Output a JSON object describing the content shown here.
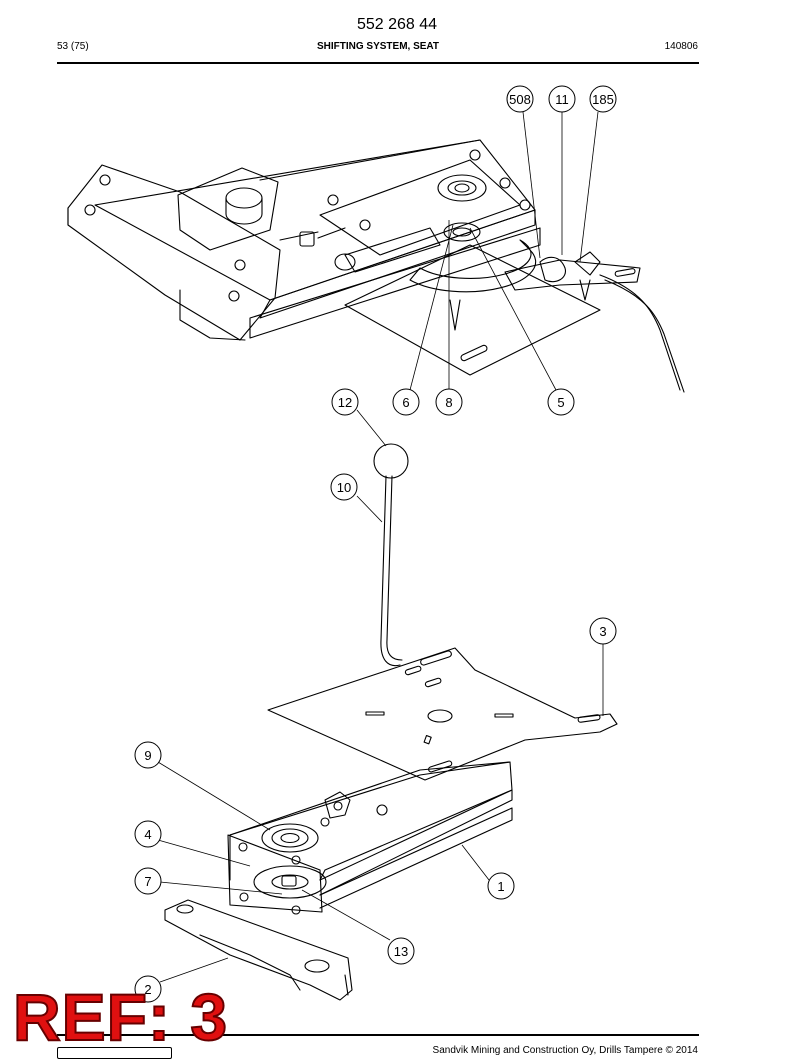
{
  "header": {
    "doc_number": "552 268 44",
    "page": "53 (75)",
    "title": "SHIFTING SYSTEM, SEAT",
    "date": "140806"
  },
  "callouts": [
    "508",
    "11",
    "185",
    "12",
    "6",
    "8",
    "5",
    "10",
    "3",
    "9",
    "4",
    "7",
    "1",
    "13",
    "2"
  ],
  "footer": {
    "copyright": "Sandvik Mining and Construction Oy, Drills Tampere © 2014"
  },
  "stamp": {
    "text": "REF: 3",
    "color": "#e01010"
  }
}
